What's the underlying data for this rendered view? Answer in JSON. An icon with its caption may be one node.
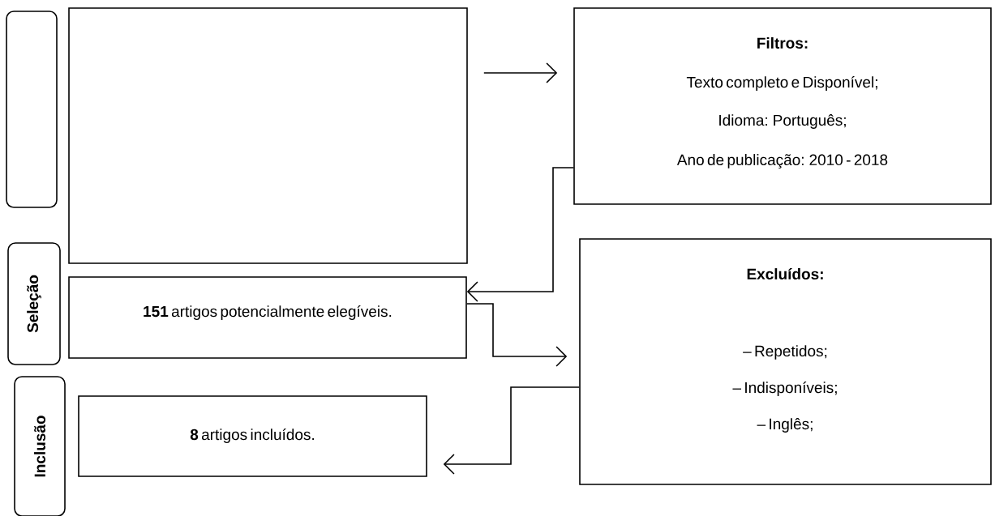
{
  "diagram": {
    "nodes": [
      {
        "text": [],
        "shape": "box"
      },
      {
        "text": [],
        "shape": "box"
      },
      {
        "text": [
          "Filtros:",
          "Texto completo e Disponível;",
          "Idioma: Português;",
          "Ano de publicação: 2010 - 2018"
        ]
      },
      {
        "text": [
          "Seleção"
        ]
      },
      {
        "text": [
          "**151** artigos potencialmente elegíveis."
        ]
      },
      {
        "text": [
          "Excluídos:",
          "– Repetidos;",
          "– Indisponíveis;",
          "– Inglês;"
        ]
      },
      {
        "text": [
          "Inclusão"
        ]
      },
      {
        "text": [
          "**8** artigos incluídos."
        ]
      }
    ],
    "edges": [
      {
        "from": 1,
        "to": 2,
        "arrow": "to"
      },
      {
        "from": 2,
        "to": 4,
        "arrow": "to"
      },
      {
        "from": 4,
        "to": 5,
        "arrow": "to"
      },
      {
        "from": 5,
        "to": 7,
        "arrow": "to"
      }
    ]
  }
}
